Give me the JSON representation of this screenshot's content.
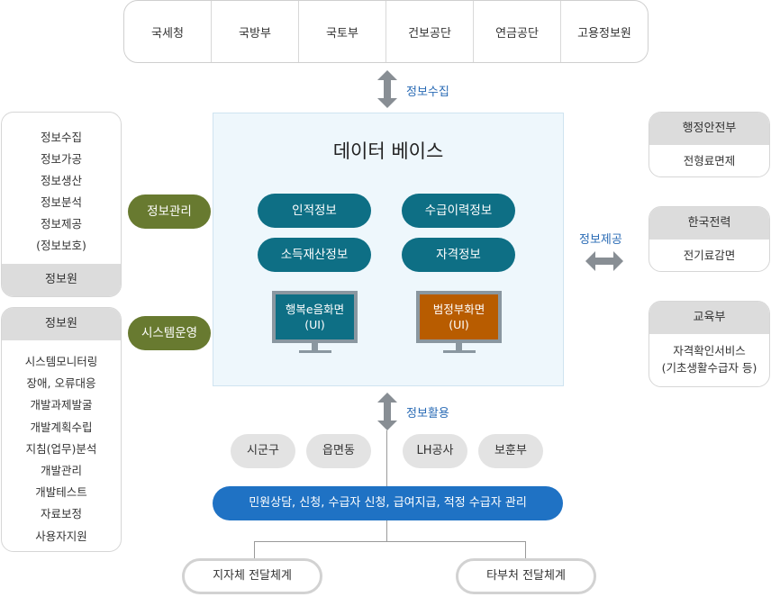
{
  "top_agencies": [
    "국세청",
    "국방부",
    "국토부",
    "건보공단",
    "연금공단",
    "고용정보원"
  ],
  "labels": {
    "collect": "정보수집",
    "provide": "정보제공",
    "utilize": "정보활용"
  },
  "database": {
    "title": "데이터 베이스",
    "items": [
      "인적정보",
      "수급이력정보",
      "소득재산정보",
      "자격정보"
    ],
    "monitors": [
      {
        "line1": "행복e음화면",
        "line2": "(UI)",
        "color": "#0e6f85"
      },
      {
        "line1": "범정부화면",
        "line2": "(UI)",
        "color": "#b85c00"
      }
    ]
  },
  "left_top_box": {
    "items": [
      "정보수집",
      "정보가공",
      "정보생산",
      "정보분석",
      "정보제공",
      "(정보보호)"
    ],
    "footer": "정보원"
  },
  "left_bottom_box": {
    "header": "정보원",
    "items": [
      "시스템모니터링",
      "장애, 오류대응",
      "개발과제발굴",
      "개발계획수립",
      "지침(업무)분석",
      "개발관리",
      "개발테스트",
      "자료보정",
      "사용자지원"
    ]
  },
  "green_pills": [
    "정보관리",
    "시스템운영"
  ],
  "right_boxes": [
    {
      "header": "행정안전부",
      "body": [
        "전형료면제"
      ]
    },
    {
      "header": "한국전력",
      "body": [
        "전기료감면"
      ]
    },
    {
      "header": "교육부",
      "body": [
        "자격확인서비스",
        "(기초생활수급자 등)"
      ]
    }
  ],
  "bottom_agencies": [
    "시군구",
    "읍면동",
    "LH공사",
    "보훈부"
  ],
  "service_bar": "민원상담, 신청, 수급자 신청, 급여지급, 적정 수급자 관리",
  "channels": [
    "지자체 전달체계",
    "타부처 전달체계"
  ],
  "colors": {
    "green": "#687a30",
    "teal": "#0e6f85",
    "blue": "#1f72c4",
    "orange": "#b85c00",
    "db_bg": "#eef7fc",
    "gray": "#dcdcdc"
  }
}
